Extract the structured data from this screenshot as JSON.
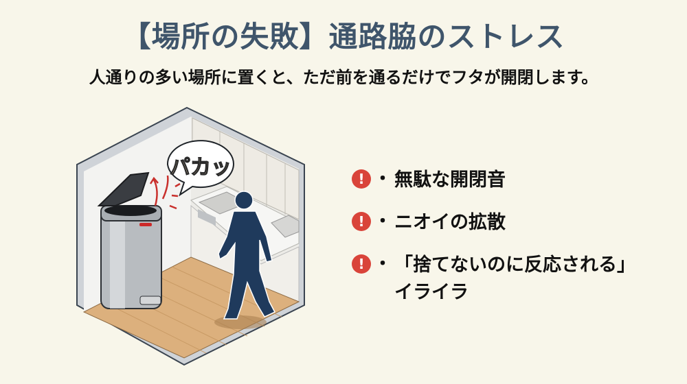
{
  "title": "【場所の失敗】通路脇のストレス",
  "subtitle": "人通りの多い場所に置くと、ただ前を通るだけでフタが開閉します。",
  "illustration": {
    "speech_bubble": "パカッ",
    "scene": "isometric-kitchen-with-sensor-trash-can-and-walking-person"
  },
  "points": [
    {
      "icon": "exclamation-circle-icon",
      "bullet": "・",
      "text": "無駄な開閉音"
    },
    {
      "icon": "exclamation-circle-icon",
      "bullet": "・",
      "text": "ニオイの拡散"
    },
    {
      "icon": "exclamation-circle-icon",
      "bullet": "・",
      "text": "「捨てないのに反応される」\nイライラ"
    }
  ],
  "colors": {
    "background": "#f8f6ea",
    "title": "#3f556b",
    "warning": "#d9443a",
    "person": "#1f3a5c",
    "floor": "#dcb07d"
  }
}
